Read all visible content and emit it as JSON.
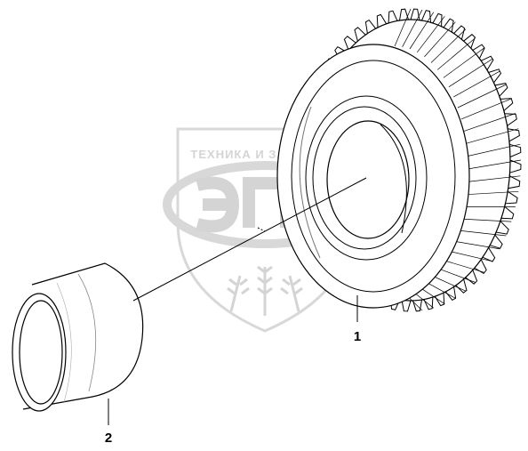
{
  "callouts": [
    {
      "id": "1",
      "label": "1",
      "part": "gear"
    },
    {
      "id": "2",
      "label": "2",
      "part": "bushing"
    }
  ],
  "watermark": {
    "text": "ТЕХНИКА И ЗАПЧАСТИ",
    "logo": "ЭПФ",
    "color": "#cccccc"
  },
  "colors": {
    "line": "#000000",
    "background": "#ffffff",
    "watermark": "#cccccc"
  }
}
